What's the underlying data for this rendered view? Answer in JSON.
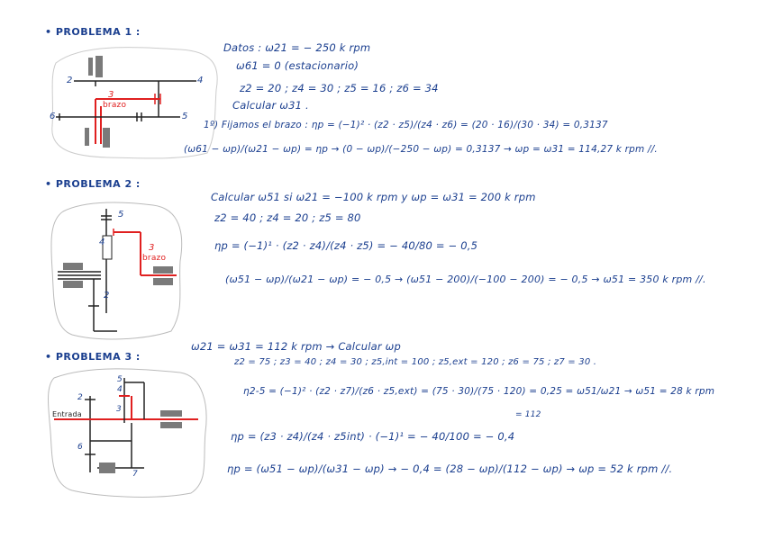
{
  "problems": [
    {
      "title": "• PROBLEMA 1 :",
      "diagram": {
        "labels": [
          "2",
          "4",
          "3",
          "brazo",
          "6",
          "5"
        ]
      },
      "lines": [
        "Datos : ω21 = − 250 k rpm",
        "ω61 = 0 (estacionario)",
        "z2 = 20 ; z4 = 30 ; z5 = 16 ; z6 = 34",
        "Calcular ω31 .",
        "1º) Fijamos el brazo : ηp = (−1)² · (z2 · z5)/(z4 · z6) = (20 · 16)/(30 · 34) = 0,3137",
        "(ω61 − ωp)/(ω21 − ωp) = ηp → (0 − ωp)/(−250 − ωp) = 0,3137 → ωp = ω31 = 114,27 k rpm //."
      ]
    },
    {
      "title": "• PROBLEMA 2 :",
      "diagram": {
        "labels": [
          "5",
          "4",
          "3",
          "brazo",
          "2"
        ]
      },
      "lines": [
        "Calcular ω51 si ω21 = −100 k rpm y ωp = ω31 = 200 k rpm",
        "z2 = 40 ; z4 = 20 ; z5 = 80",
        "ηp = (−1)¹ · (z2 · z4)/(z4 · z5) = − 40/80 = − 0,5",
        "(ω51 − ωp)/(ω21 − ωp) = − 0,5 → (ω51 − 200)/(−100 − 200) = − 0,5 → ω51 = 350 k rpm //."
      ]
    },
    {
      "title": "• PROBLEMA 3 :",
      "diagram": {
        "labels": [
          "5",
          "4",
          "3",
          "2",
          "Entrada",
          "6",
          "7"
        ]
      },
      "lines": [
        "ω21 = ω31 = 112 k rpm → Calcular ωp",
        "z2 = 75 ; z3 = 40 ; z4 = 30 ; z5,int = 100 ; z5,ext = 120 ; z6 = 75 ; z7 = 30 .",
        "η2-5 = (−1)² · (z2 · z7)/(z6 · z5,ext) = (75 · 30)/(75 · 120) = 0,25 = ω51/ω21 → ω51 = 28 k rpm",
        "= 112",
        "ηp = (z3 · z4)/(z4 · z5int) · (−1)¹ = − 40/100 = − 0,4",
        "ηp = (ω51 − ωp)/(ω31 − ωp) → − 0,4 = (28 − ωp)/(112 − ωp) → ωp = 52 k rpm //."
      ]
    }
  ],
  "colors": {
    "ink": "#1b3f8f",
    "red": "#e02020",
    "gear": "#7a7a7a",
    "line": "#222222"
  }
}
